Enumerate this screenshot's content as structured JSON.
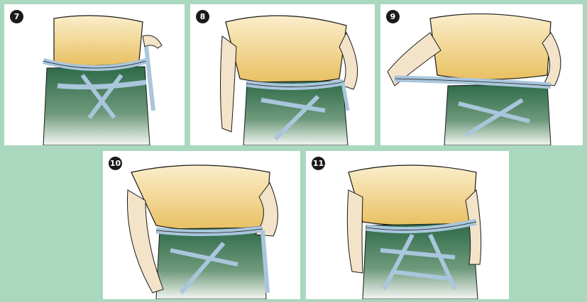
{
  "steps": [
    {
      "number": "7"
    },
    {
      "number": "8"
    },
    {
      "number": "9"
    },
    {
      "number": "10"
    },
    {
      "number": "11"
    }
  ],
  "colors": {
    "background": "#a9d8be",
    "panel": "#ffffff",
    "shirt": "#f2cf7a",
    "skin": "#f3e3c8",
    "pants": "#2f6b4a",
    "sling": "#a9c6dc",
    "outline": "#1a1a1a",
    "badge": "#1a1a1a"
  }
}
